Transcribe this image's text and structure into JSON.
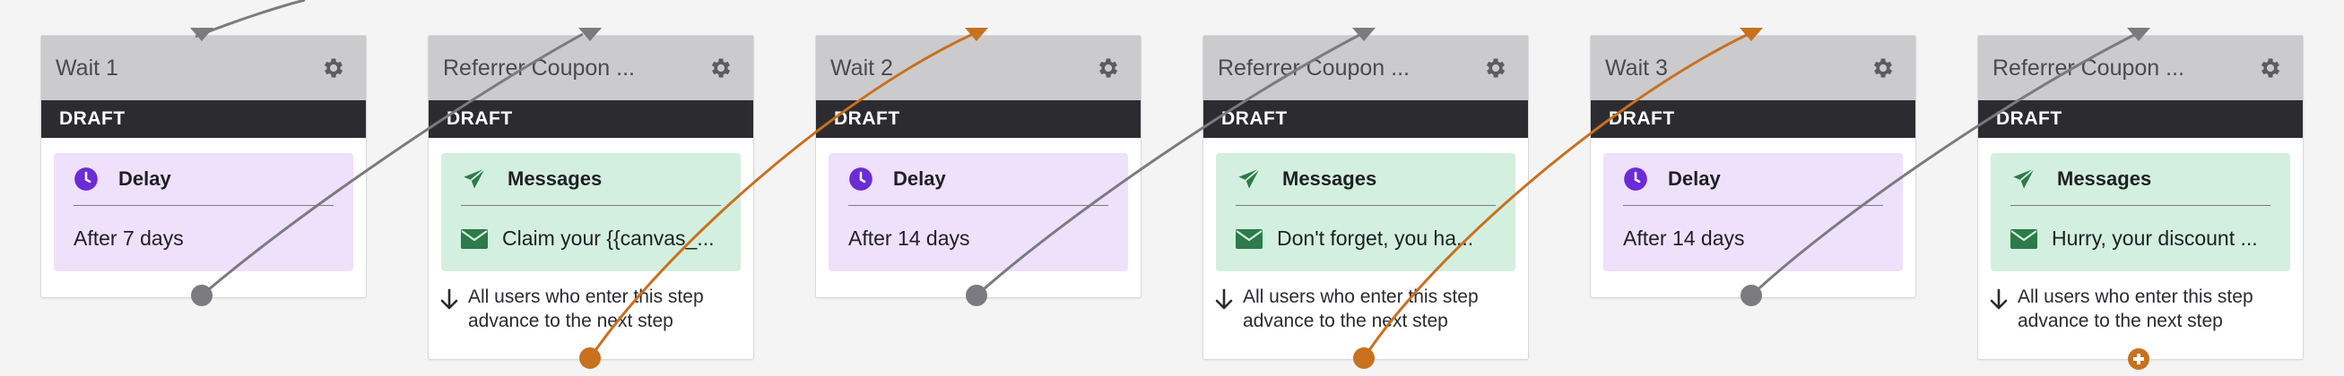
{
  "steps": [
    {
      "title": "Wait 1",
      "status": "DRAFT",
      "box_label": "Delay",
      "box_detail": "After 7 days"
    },
    {
      "title": "Referrer Coupon ...",
      "status": "DRAFT",
      "box_label": "Messages",
      "box_detail": "Claim your {{canvas_...",
      "advance_text": "All users who enter this step advance to the next step"
    },
    {
      "title": "Wait 2",
      "status": "DRAFT",
      "box_label": "Delay",
      "box_detail": "After 14 days"
    },
    {
      "title": "Referrer Coupon ...",
      "status": "DRAFT",
      "box_label": "Messages",
      "box_detail": "Don't forget, you ha...",
      "advance_text": "All users who enter this step advance to the next step"
    },
    {
      "title": "Wait 3",
      "status": "DRAFT",
      "box_label": "Delay",
      "box_detail": "After 14 days"
    },
    {
      "title": "Referrer Coupon ...",
      "status": "DRAFT",
      "box_label": "Messages",
      "box_detail": "Hurry, your discount ...",
      "advance_text": "All users who enter this step advance to the next step"
    }
  ],
  "colors": {
    "delay_accent": "#6b2bd6",
    "message_accent": "#2d7a4a",
    "connector_gray": "#7b7b7f",
    "connector_orange": "#c8711f"
  },
  "icons": {
    "settings": "gear-icon",
    "delay": "clock-icon",
    "messages": "paper-plane-icon",
    "email": "envelope-icon",
    "advance": "arrow-down-icon",
    "add": "plus-circle-icon"
  }
}
